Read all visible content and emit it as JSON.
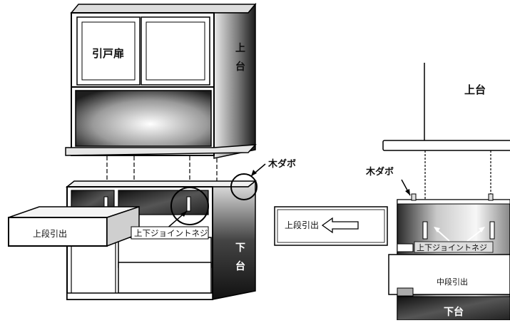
{
  "left_figure": {
    "sliding_door_label": "引戸扉",
    "upper_unit_label": "上台",
    "lower_unit_label": "下台",
    "wood_dowel_label": "木ダボ",
    "upper_drawer_label": "上段引出",
    "joint_screw_label": "上下ジョイントネジ"
  },
  "arrow_box": {
    "label": "上段引出"
  },
  "right_figure": {
    "upper_unit_label": "上台",
    "wood_dowel_label": "木ダボ",
    "joint_screw_label": "上下ジョイントネジ",
    "middle_drawer_label": "中段引出",
    "lower_unit_label": "下台"
  }
}
